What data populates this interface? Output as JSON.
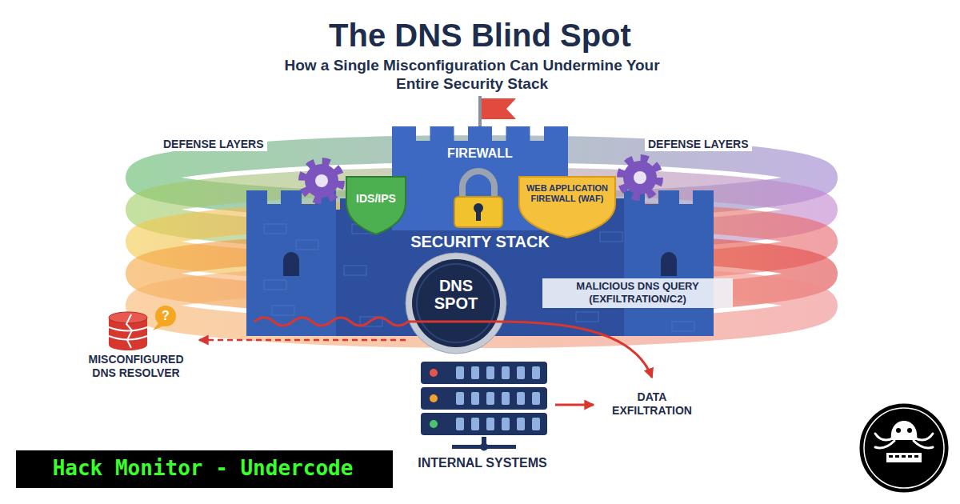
{
  "diagram": {
    "title": "The DNS Blind Spot",
    "nodes": [
      {
        "text": [
          "SECURITY STACK"
        ]
      },
      {
        "text": [
          "FIREWALL"
        ],
        "in": 0
      },
      {
        "text": [
          "IDS/IPS"
        ],
        "in": 0
      },
      {
        "text": [
          "WEB APPLICATION FIREWALL (WAF)"
        ],
        "in": 0
      },
      {
        "text": [
          "DNS SPOT"
        ],
        "in": 0
      },
      {
        "text": [
          "MISCONFIGURED DNS RESOLVER"
        ]
      },
      {
        "text": [
          "INTERNAL SYSTEMS"
        ]
      },
      {
        "text": [
          "Hack Monitor - Undercode"
        ]
      }
    ],
    "edges": [
      {
        "from": 4,
        "to": 5,
        "arrow": "to"
      }
    ],
    "labels": [
      "How a Single Misconfiguration Can Undermine Your Entire Security Stack",
      "DEFENSE LAYERS",
      "DEFENSE LAYERS",
      "MALICIOUS DNS QUERY (EXFILTRATION/C2)",
      "DATA EXFILTRATION",
      "?"
    ]
  }
}
